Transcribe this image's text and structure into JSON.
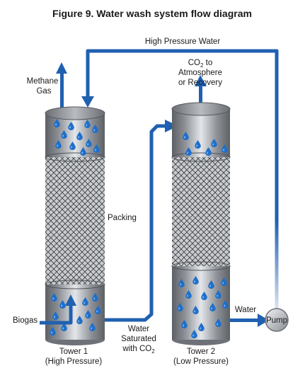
{
  "title": "Figure 9. Water wash system flow diagram",
  "labels": {
    "high_pressure_water": "High Pressure Water",
    "methane_line1": "Methane",
    "methane_line2": "Gas",
    "co2_line1_main": "CO",
    "co2_line1_sub": "2",
    "co2_line1_tail": " to",
    "co2_line2": "Atmosphere",
    "co2_line3": "or Recovery",
    "packing": "Packing",
    "biogas": "Biogas",
    "water_sat_line1": "Water",
    "water_sat_line2": "Saturated",
    "water_sat_line3_main": "with CO",
    "water_sat_line3_sub": "2",
    "water": "Water",
    "pump": "Pump",
    "tower1_line1": "Tower 1",
    "tower1_line2": "(High Pressure)",
    "tower2_line1": "Tower 2",
    "tower2_line2": "(Low Pressure)"
  },
  "colors": {
    "flow_arrow": "#2060b0",
    "tower_metal": "#8a8e94",
    "water_drop": "#1f6fc8",
    "packing_mesh": "#3a3a3a"
  }
}
